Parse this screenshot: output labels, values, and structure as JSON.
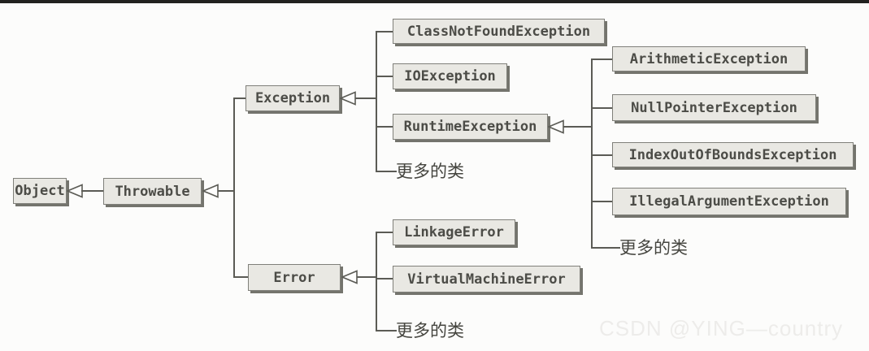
{
  "diagram_type": "class-inheritance-hierarchy",
  "nodes": {
    "object": "Object",
    "throwable": "Throwable",
    "exception": "Exception",
    "error": "Error",
    "class_not_found": "ClassNotFoundException",
    "io": "IOException",
    "runtime": "RuntimeException",
    "more_exception": "更多的类",
    "arithmetic": "ArithmeticException",
    "null_pointer": "NullPointerException",
    "index_out_of_bounds": "IndexOutOfBoundsException",
    "illegal_argument": "IllegalArgumentException",
    "more_runtime": "更多的类",
    "linkage": "LinkageError",
    "virtual_machine": "VirtualMachineError",
    "more_error": "更多的类"
  },
  "hierarchy": {
    "label": "Object",
    "children": [
      {
        "label": "Throwable",
        "children": [
          {
            "label": "Exception",
            "children": [
              {
                "label": "ClassNotFoundException"
              },
              {
                "label": "IOException"
              },
              {
                "label": "RuntimeException",
                "children": [
                  {
                    "label": "ArithmeticException"
                  },
                  {
                    "label": "NullPointerException"
                  },
                  {
                    "label": "IndexOutOfBoundsException"
                  },
                  {
                    "label": "IllegalArgumentException"
                  },
                  {
                    "label": "更多的类"
                  }
                ]
              },
              {
                "label": "更多的类"
              }
            ]
          },
          {
            "label": "Error",
            "children": [
              {
                "label": "LinkageError"
              },
              {
                "label": "VirtualMachineError"
              },
              {
                "label": "更多的类"
              }
            ]
          }
        ]
      }
    ]
  },
  "arrow_semantics": "hollow triangle points to superclass (extends)",
  "watermark": "CSDN @YING—country",
  "colors": {
    "box_fill": "#e9e8e3",
    "box_border": "#80807a",
    "box_shadow": "#74746d",
    "line": "#5b5b55",
    "text": "#4c4c47",
    "top_rule": "#222220",
    "watermark": "#edecea",
    "background": "#fcfcfb"
  }
}
